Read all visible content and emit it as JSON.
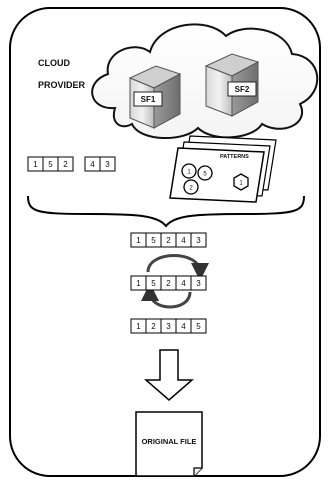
{
  "cloud_provider": {
    "label_line1": "CLOUD",
    "label_line2": "PROVIDER",
    "servers": [
      "SF1",
      "SF2"
    ]
  },
  "fragments": {
    "group_a": [
      "1",
      "5",
      "2"
    ],
    "group_b": [
      "4",
      "3"
    ]
  },
  "patterns_card": {
    "title": "PATTERNS",
    "circles": [
      "1",
      "5",
      "2"
    ],
    "hexagon": "1"
  },
  "sequences": {
    "retrieved": [
      "1",
      "5",
      "2",
      "4",
      "3"
    ],
    "reordering": [
      "1",
      "5",
      "2",
      "4",
      "3"
    ],
    "sorted": [
      "1",
      "2",
      "3",
      "4",
      "5"
    ]
  },
  "output_file": {
    "label": "ORIGINAL FILE"
  }
}
